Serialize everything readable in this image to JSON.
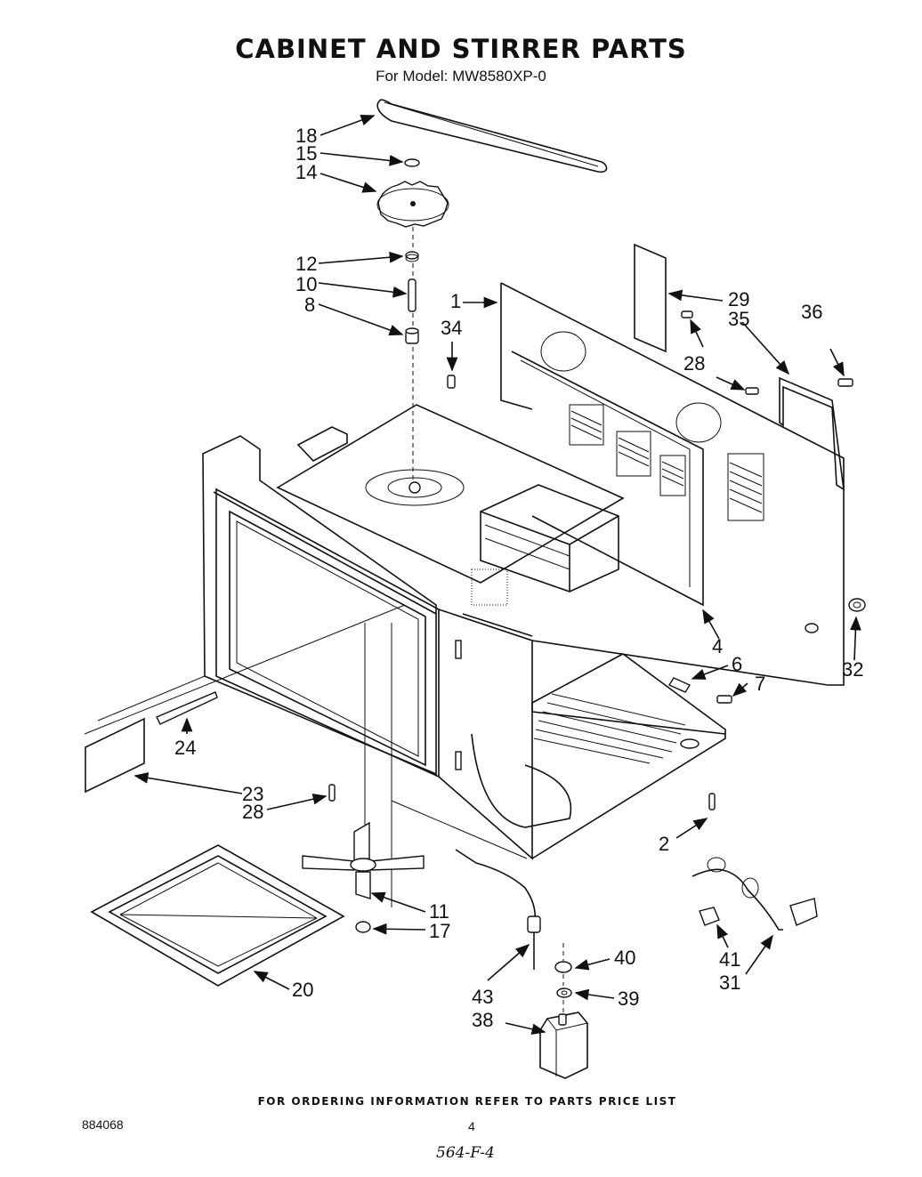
{
  "header": {
    "title": "CABINET AND STIRRER PARTS",
    "subtitle": "For Model: MW8580XP-0"
  },
  "footer": {
    "note": "FOR ORDERING INFORMATION REFER TO PARTS PRICE LIST",
    "doc_number": "884068",
    "page_number": "4",
    "handwritten": "564-F-4"
  },
  "callouts": {
    "c18": "18",
    "c15": "15",
    "c14": "14",
    "c12": "12",
    "c10": "10",
    "c8": "8",
    "c34": "34",
    "c1": "1",
    "c29": "29",
    "c35": "35",
    "c36": "36",
    "c28a": "28",
    "c4": "4",
    "c6": "6",
    "c7": "7",
    "c32": "32",
    "c24": "24",
    "c23": "23",
    "c28b": "28",
    "c2": "2",
    "c11": "11",
    "c17": "17",
    "c20": "20",
    "c43": "43",
    "c40": "40",
    "c39": "39",
    "c38": "38",
    "c41": "41",
    "c31": "31"
  }
}
